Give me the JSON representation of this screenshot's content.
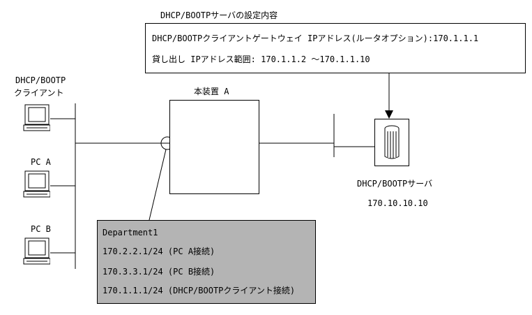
{
  "server_config": {
    "title": "DHCP/BOOTPサーバの設定内容",
    "line1": "DHCP/BOOTPクライアントゲートウェイ IPアドレス(ルータオプション):170.1.1.1",
    "line2": "貸し出し IPアドレス範囲: 170.1.1.2 ～170.1.1.10"
  },
  "client": {
    "label_line1": "DHCP/BOOTP",
    "label_line2": "クライアント"
  },
  "pc_a": {
    "label": "PC A"
  },
  "pc_b": {
    "label": "PC B"
  },
  "device": {
    "label": "本装置 A"
  },
  "server": {
    "label": "DHCP/BOOTPサーバ",
    "ip": "170.10.10.10"
  },
  "department": {
    "name": "Department1",
    "lines": [
      "170.2.2.1/24 (PC A接続)",
      "170.3.3.1/24 (PC B接続)",
      "170.1.1.1/24 (DHCP/BOOTPクライアント接続)"
    ]
  },
  "colors": {
    "line": "#000000",
    "department_fill": "#b4b4b4",
    "background": "#ffffff"
  }
}
